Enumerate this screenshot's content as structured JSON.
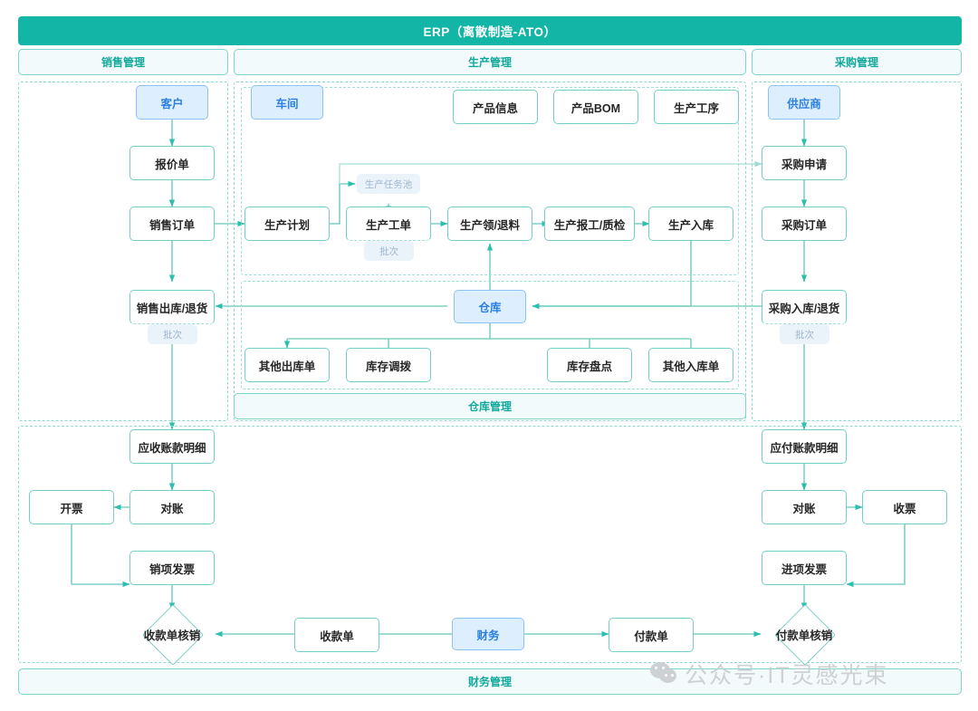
{
  "header": {
    "title": "ERP（离散制造-ATO）"
  },
  "modules": {
    "sales": "销售管理",
    "production": "生产管理",
    "purchase": "采购管理",
    "warehouse_footer": "仓库管理",
    "finance_footer": "财务管理"
  },
  "sales": {
    "customer": "客户",
    "quotation": "报价单",
    "sales_order": "销售订单",
    "sales_outbound": "销售出库/退货",
    "batch_label": "批次"
  },
  "production": {
    "workshop": "车间",
    "product_info": "产品信息",
    "product_bom": "产品BOM",
    "process": "生产工序",
    "plan": "生产计划",
    "task_pool": "生产任务池",
    "work_order": "生产工单",
    "batch_label": "批次",
    "picking": "生产领/退料",
    "reporting": "生产报工/质检",
    "inbound": "生产入库"
  },
  "warehouse": {
    "warehouse": "仓库",
    "other_outbound": "其他出库单",
    "transfer": "库存调拨",
    "stocktake": "库存盘点",
    "other_inbound": "其他入库单"
  },
  "purchase": {
    "supplier": "供应商",
    "requisition": "采购申请",
    "purchase_order": "采购订单",
    "inbound_return": "采购入库/退货",
    "batch_label": "批次"
  },
  "finance": {
    "finance": "财务",
    "receivable_detail": "应收账款明细",
    "reconcile_ar": "对账",
    "invoicing": "开票",
    "output_invoice": "销项发票",
    "receipt_writeoff": "收款单核销",
    "receipt_voucher": "收款单",
    "payable_detail": "应付账款明细",
    "reconcile_ap": "对账",
    "collect_invoice": "收票",
    "input_invoice": "进项发票",
    "payment_writeoff": "付款单核销",
    "payment_voucher": "付款单"
  },
  "watermark": {
    "text": "公众号·IT灵感光束"
  },
  "colors": {
    "brand_teal": "#13b5a6",
    "line_teal": "#4cc6b8",
    "line_pale": "#a9ded6",
    "box_border": "#74cfc6",
    "blue_fill": "#ddeeff",
    "blue_text": "#2a7fe0",
    "pill_bg": "#f2fafc"
  }
}
